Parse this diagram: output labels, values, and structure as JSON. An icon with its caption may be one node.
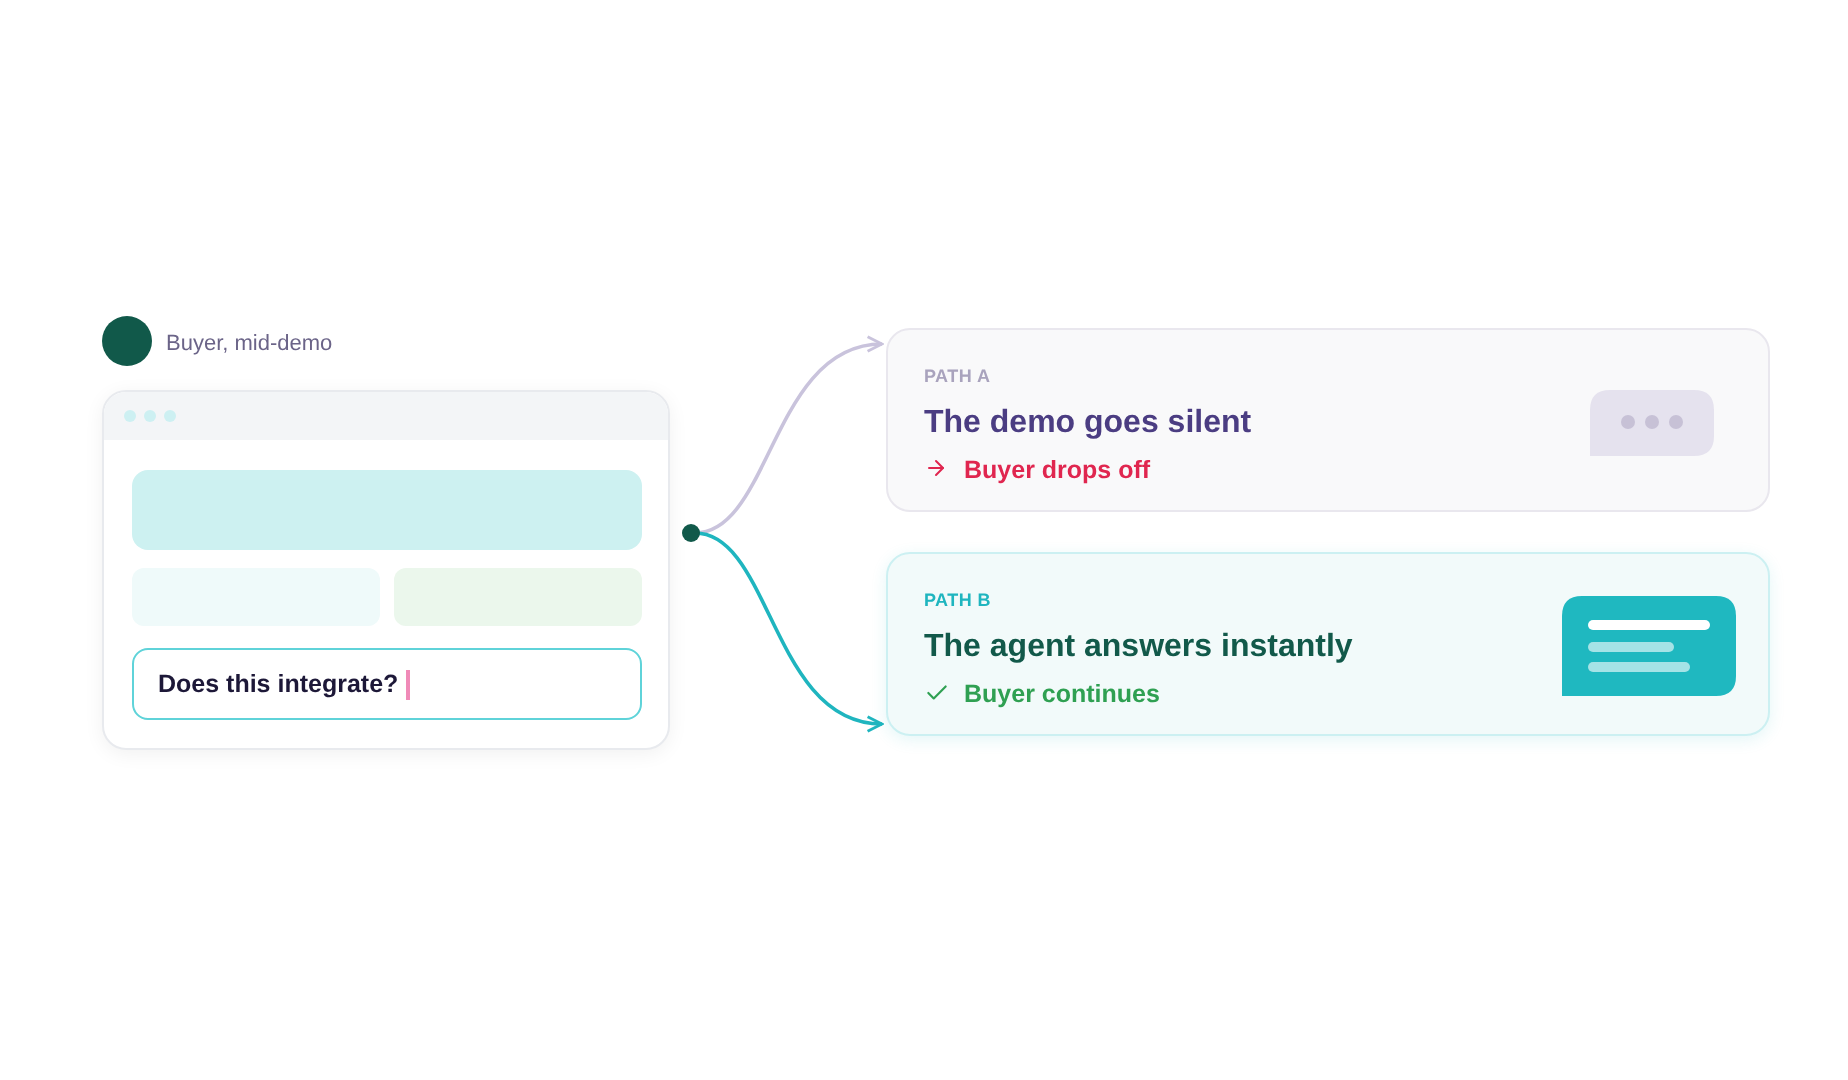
{
  "diagram": {
    "nodes": [
      {
        "text": [
          "Does this integrate?"
        ],
        "beside": [
          "Buyer, mid-demo"
        ]
      },
      {
        "text": [],
        "shape": "circle"
      },
      {
        "text": [
          "PATH A",
          "The demo goes silent",
          "Buyer drops off"
        ]
      },
      {
        "text": [
          "PATH B",
          "The agent answers instantly",
          "Buyer continues"
        ]
      }
    ],
    "edges": [
      {
        "from": 1,
        "to": 2,
        "arrow": "to",
        "color": "#c9c3dc"
      },
      {
        "from": 1,
        "to": 3,
        "arrow": "to",
        "color": "#1fb5bf"
      }
    ]
  }
}
